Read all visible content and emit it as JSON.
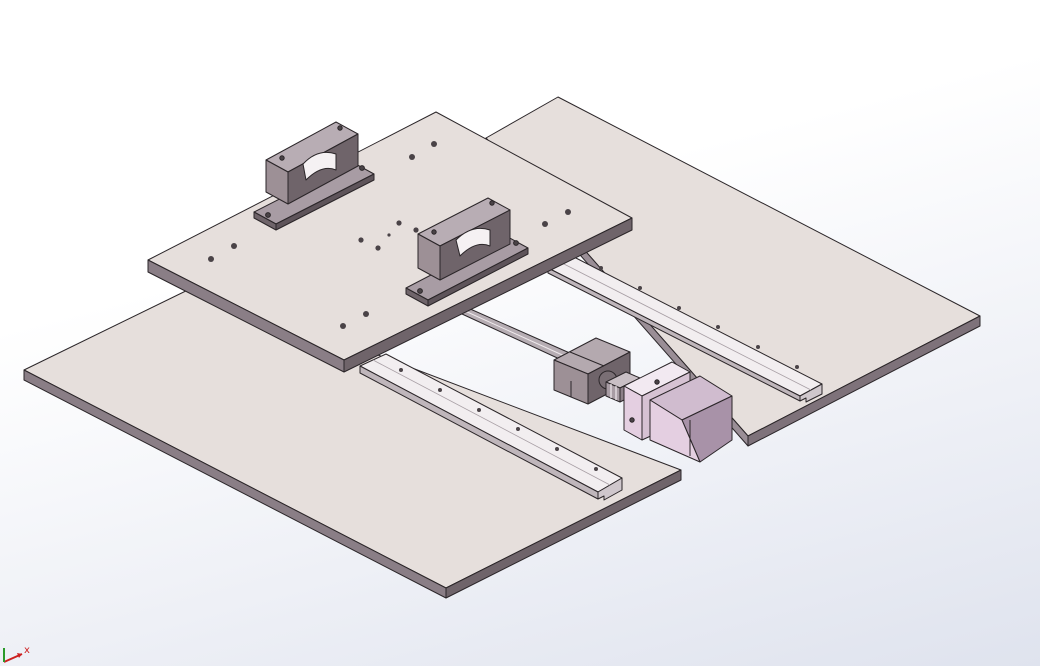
{
  "window": {
    "background_top": "#ffffff",
    "background_bottom": "#dfe3ee"
  },
  "colors": {
    "plate_top": "#e6dfdc",
    "plate_side": "#7e727a",
    "plate_front": "#9a8e96",
    "rail_top": "#f2eef0",
    "rail_side": "#cfc7cc",
    "block": "#9d9096",
    "block_dark": "#6f646a",
    "motor": "#e4cfe1",
    "motor_dark": "#a892a8",
    "shaft": "#b6adb3",
    "edge": "#2b2629",
    "hole": "#4a4347"
  },
  "axis_triad": {
    "x_label": "x",
    "x_color": "#cc2020",
    "y_color": "#2a9a2a"
  },
  "parts": [
    "base-plate-left",
    "base-plate-right",
    "linear-rail-left",
    "linear-rail-right",
    "carriage-plate",
    "shaft-support-block-rear",
    "shaft-support-block-front",
    "ball-screw",
    "bearing-block",
    "coupling",
    "stepper-motor"
  ]
}
